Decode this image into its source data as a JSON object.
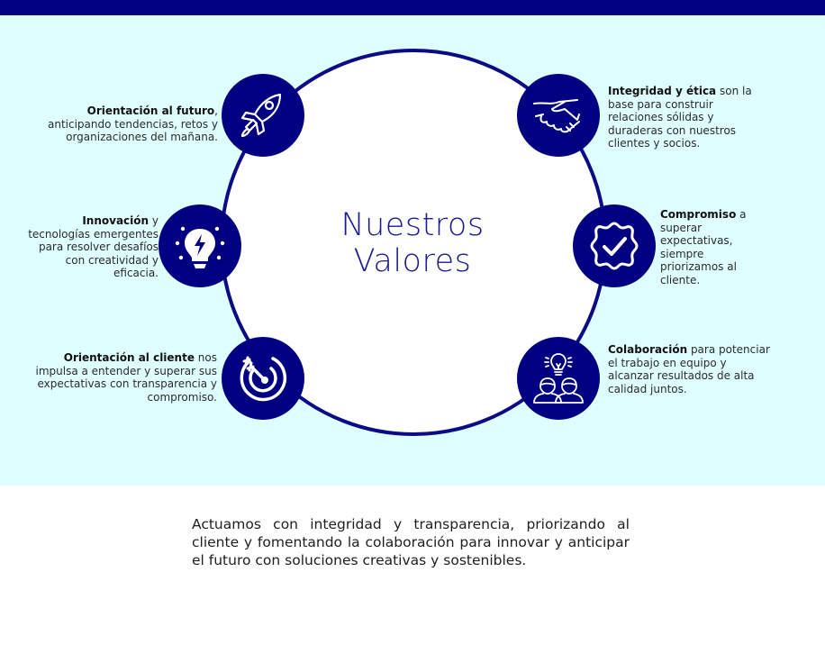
{
  "header": {
    "bar_color": "#000080"
  },
  "diagram": {
    "title_line1": "Nuestros",
    "title_line2": "Valores",
    "values": [
      {
        "icon": "rocket-icon",
        "bold": "Orientación al futuro",
        "rest": ", anticipando tendencias, retos y organizaciones del mañana.",
        "side": "left"
      },
      {
        "icon": "lightbulb-bolt-icon",
        "bold": "Innovación",
        "rest": " y tecnologías emergentes para resolver desafíos con creatividad y eficacia.",
        "side": "left"
      },
      {
        "icon": "target-arrow-icon",
        "bold": "Orientación al cliente",
        "rest": " nos impulsa a entender y superar sus expectativas con transparencia y compromiso.",
        "side": "left"
      },
      {
        "icon": "handshake-icon",
        "bold": "Integridad y ética",
        "rest": " son la base para construir relaciones sólidas y duraderas con nuestros clientes y socios.",
        "side": "right"
      },
      {
        "icon": "badge-check-icon",
        "bold": "Compromiso",
        "rest": " a superar expectativas, siempre priorizamos al cliente.",
        "side": "right"
      },
      {
        "icon": "team-idea-icon",
        "bold": "Colaboración",
        "rest": " para potenciar el trabajo en equipo y alcanzar resultados de alta calidad juntos.",
        "side": "right"
      }
    ],
    "colors": {
      "primary": "#000080",
      "panel_bg": "#dffeff",
      "ring": "#0b0b85"
    }
  },
  "footer": {
    "text": "Actuamos con integridad y transparencia, priorizando al cliente y fomentando la colaboración para innovar y anticipar el futuro con soluciones creativas y sostenibles."
  }
}
